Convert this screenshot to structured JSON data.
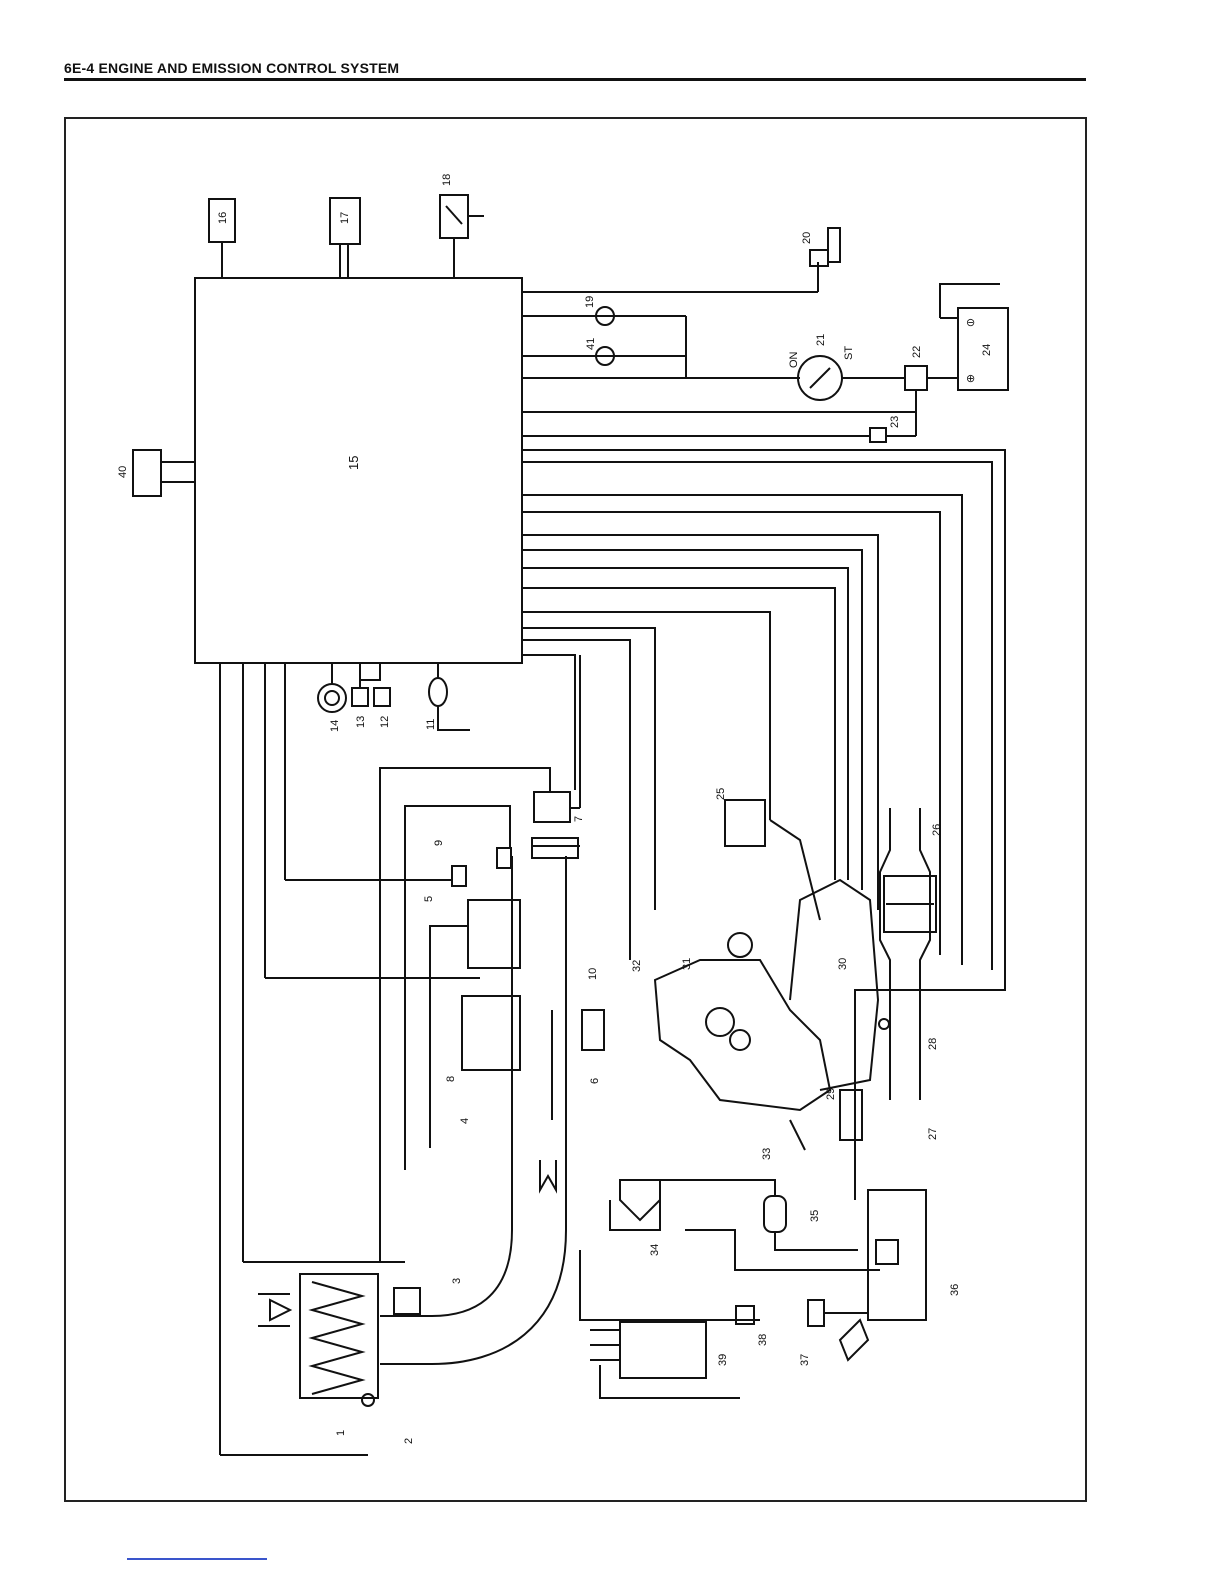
{
  "header": {
    "title": "6E-4   ENGINE AND EMISSION CONTROL SYSTEM"
  },
  "diagram": {
    "switch_labels": {
      "on": "ON",
      "st": "ST"
    },
    "battery_symbols": {
      "positive": "⊕",
      "negative": "⊖"
    },
    "callouts": [
      "1",
      "2",
      "3",
      "4",
      "5",
      "6",
      "7",
      "8",
      "9",
      "10",
      "11",
      "12",
      "13",
      "14",
      "15",
      "16",
      "17",
      "18",
      "19",
      "20",
      "21",
      "22",
      "23",
      "24",
      "25",
      "26",
      "27",
      "28",
      "29",
      "30",
      "31",
      "32",
      "33",
      "34",
      "35",
      "36",
      "37",
      "38",
      "39",
      "40",
      "41"
    ]
  }
}
